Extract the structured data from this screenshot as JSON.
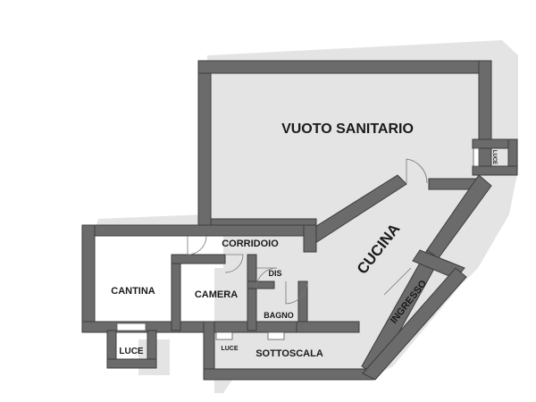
{
  "rooms": {
    "vuoto_sanitario": "VUOTO SANITARIO",
    "cucina": "CUCINA",
    "corridoio": "CORRIDOIO",
    "dis": "DIS",
    "cantina": "CANTINA",
    "camera": "CAMERA",
    "bagno": "BAGNO",
    "ingresso": "INGRESSO",
    "sottoscala": "SOTTOSCALA"
  },
  "light_wells": {
    "right": "LUCE",
    "bottom_left": "LUCE",
    "bottom_middle": "LUCE"
  },
  "colors": {
    "wall": "#6b6b6b",
    "wall_edge": "#3d3d3d",
    "shadow": "#e3e3e3",
    "floor": "#ffffff",
    "text": "#1a1a1a"
  }
}
